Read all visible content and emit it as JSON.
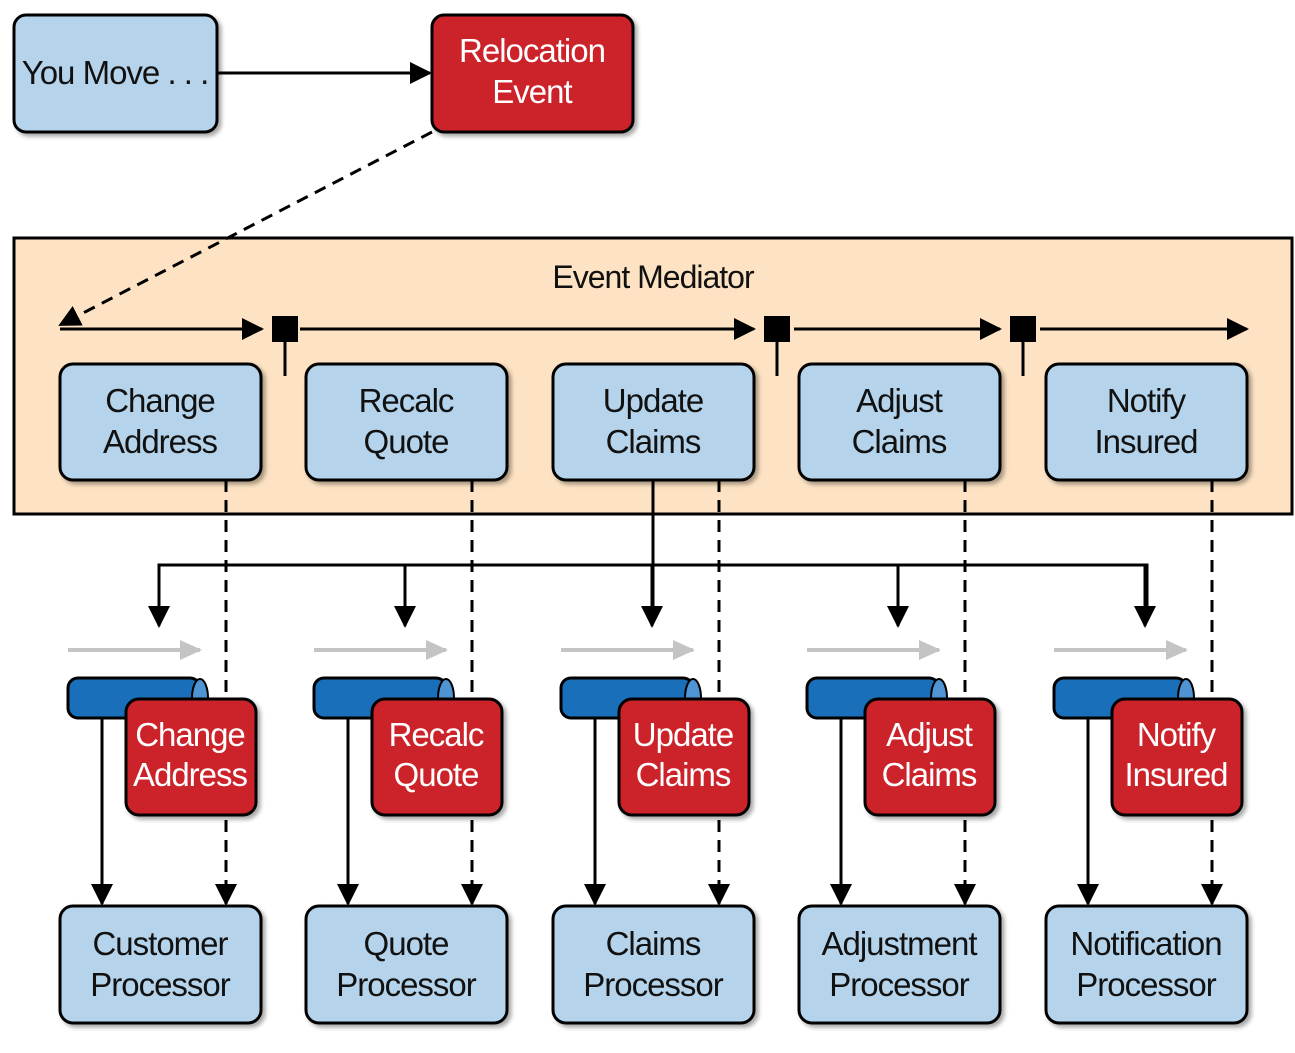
{
  "colors": {
    "process_fill": "#b5d4eb",
    "event_fill": "#cc2229",
    "mediator_fill": "#fde3c3",
    "queue_fill": "#1a6fbb",
    "queue_highlight": "#4f95d4",
    "stroke": "#000000",
    "grey_arrow": "#c4c4c4"
  },
  "trigger": {
    "line1": "You Move . . ."
  },
  "event": {
    "line1": "Relocation",
    "line2": "Event"
  },
  "mediator": {
    "title": "Event Mediator"
  },
  "steps": [
    {
      "line1": "Change",
      "line2": "Address"
    },
    {
      "line1": "Recalc",
      "line2": "Quote"
    },
    {
      "line1": "Update",
      "line2": "Claims"
    },
    {
      "line1": "Adjust",
      "line2": "Claims"
    },
    {
      "line1": "Notify",
      "line2": "Insured"
    }
  ],
  "queues": [
    {
      "line1": "Change",
      "line2": "Address"
    },
    {
      "line1": "Recalc",
      "line2": "Quote"
    },
    {
      "line1": "Update",
      "line2": "Claims"
    },
    {
      "line1": "Adjust",
      "line2": "Claims"
    },
    {
      "line1": "Notify",
      "line2": "Insured"
    }
  ],
  "processors": [
    {
      "line1": "Customer",
      "line2": "Processor"
    },
    {
      "line1": "Quote",
      "line2": "Processor"
    },
    {
      "line1": "Claims",
      "line2": "Processor"
    },
    {
      "line1": "Adjustment",
      "line2": "Processor"
    },
    {
      "line1": "Notification",
      "line2": "Processor"
    }
  ]
}
